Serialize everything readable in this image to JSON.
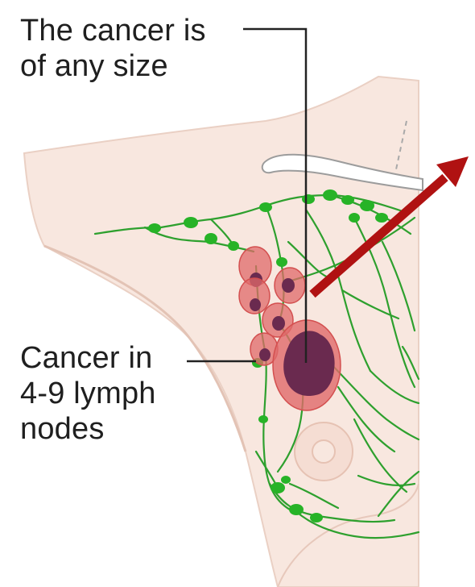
{
  "labels": {
    "tumor_size": [
      "The cancer is",
      "of any size"
    ],
    "lymph_nodes": [
      "Cancer in",
      "4-9 lymph",
      "nodes"
    ]
  },
  "colors": {
    "skin": "#f8e7df",
    "skin_outline": "#e3c3b5",
    "lymph": "#2ea02e",
    "node": "#27b327",
    "cancer_halo": "#e06a6a",
    "cancer_core": "#6a2a4f",
    "arrow": "#b01212",
    "leader_line": "#222222"
  },
  "icons": {
    "arrow": "spread-arrow-icon"
  }
}
